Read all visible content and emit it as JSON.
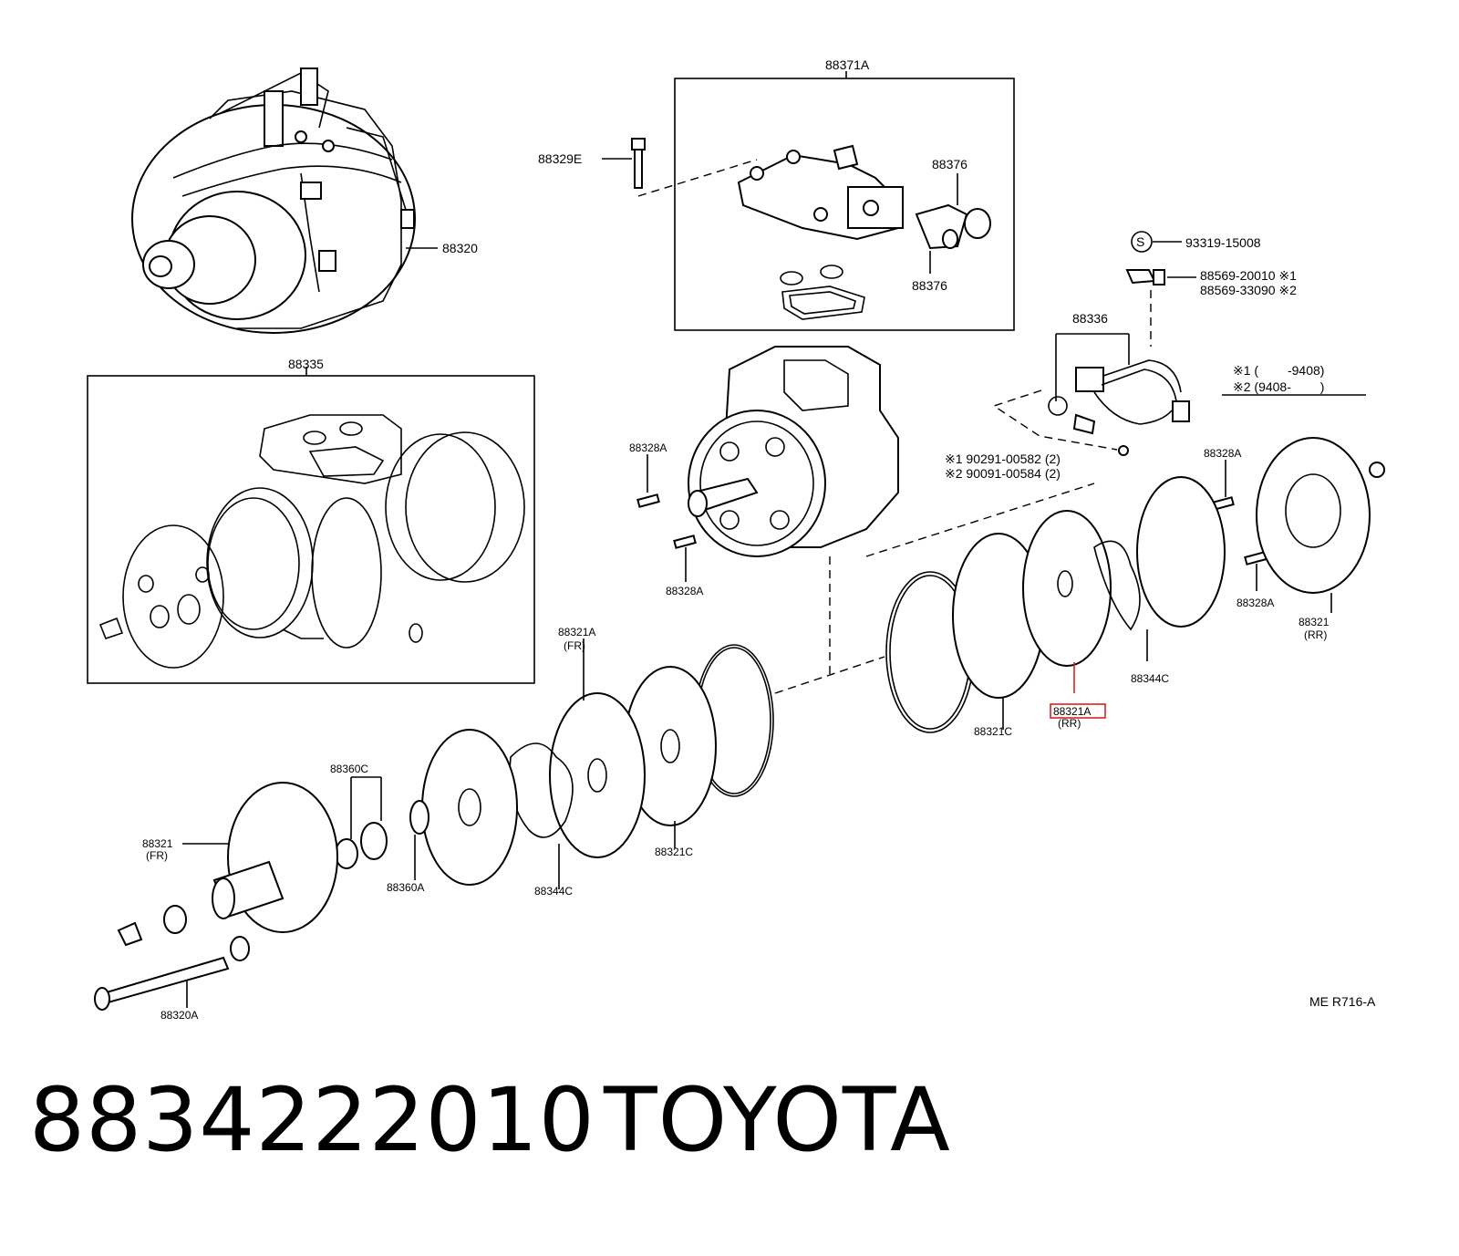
{
  "labels": {
    "l_88371A": "88371A",
    "l_88329E": "88329E",
    "l_88376_a": "88376",
    "l_88376_b": "88376",
    "l_88320": "88320",
    "l_93319": "93319-15008",
    "l_88569_1": "88569-20010 ※1",
    "l_88569_2": "88569-33090 ※2",
    "l_88336": "88336",
    "l_legend1": "※1 (　　 -9408)",
    "l_legend2": "※2 (9408-　　 )",
    "l_88335": "88335",
    "l_88328A_a": "88328A",
    "l_88328A_b": "88328A",
    "l_90291": "※1 90291-00582 (2)",
    "l_90091": "※2 90091-00584 (2)",
    "l_88328A_c": "88328A",
    "l_88328A_d": "88328A",
    "l_88321_rr": "88321",
    "l_rr": "(RR)",
    "l_88344C_r": "88344C",
    "l_88321A_hl": "88321A",
    "l_rr2": "(RR)",
    "l_88321C_r": "88321C",
    "l_88321A_fr": "88321A",
    "l_fr1": "(FR)",
    "l_88360C": "88360C",
    "l_88321_fr": "88321",
    "l_fr2": "(FR)",
    "l_88360A": "88360A",
    "l_88344C_l": "88344C",
    "l_88321C_l": "88321C",
    "l_88320A": "88320A",
    "l_ref": "ME R716-A",
    "s_symbol": "S"
  },
  "footer": {
    "part_number": "8834222010",
    "brand": "TOYOTA"
  },
  "colors": {
    "highlight": "#e02020",
    "ink": "#000000"
  }
}
